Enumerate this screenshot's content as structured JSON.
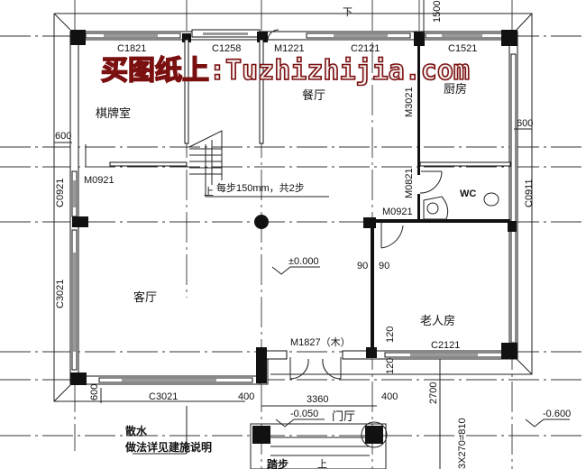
{
  "watermark": "买图纸上:Tuzhizhijia.com",
  "rooms": {
    "chess_room": "棋牌室",
    "dining": "餐厅",
    "kitchen": "厨房",
    "living": "客厅",
    "elder_room": "老人房",
    "wc": "WC",
    "foyer": "门厅"
  },
  "windows": {
    "c1821": "C1821",
    "c1258": "C1258",
    "c2121_top": "C2121",
    "c1521": "C1521",
    "c0921": "C0921",
    "c3021_left": "C3021",
    "c3021_bottom": "C3021",
    "c0911": "C0911",
    "c2121_bottom": "C2121"
  },
  "doors": {
    "m1221": "M1221",
    "m3021": "M3021",
    "m0921_left": "M0921",
    "m0821": "M0821",
    "m0921_right": "M0921",
    "m1827": "M1827（木）"
  },
  "dimensions": {
    "d1500": "1500",
    "d600_left": "600",
    "d600_right": "600",
    "d600_bottom": "600",
    "d90_left": "90",
    "d90_right": "90",
    "d120_a": "120",
    "d120_b": "120",
    "d400_left": "400",
    "d400_right": "400",
    "d3360": "3360",
    "d2700": "2700",
    "d_steps": "3X270=810"
  },
  "elevations": {
    "floor": "±0.000",
    "foyer": "-0.050",
    "outside": "-0.600"
  },
  "notes": {
    "stair_note": "每步150mm，共2步",
    "stair_up": "上",
    "stair_down": "下",
    "entry_up": "上",
    "apron": "散水",
    "apron_detail": "做法详见建施说明",
    "steps": "踏步"
  }
}
